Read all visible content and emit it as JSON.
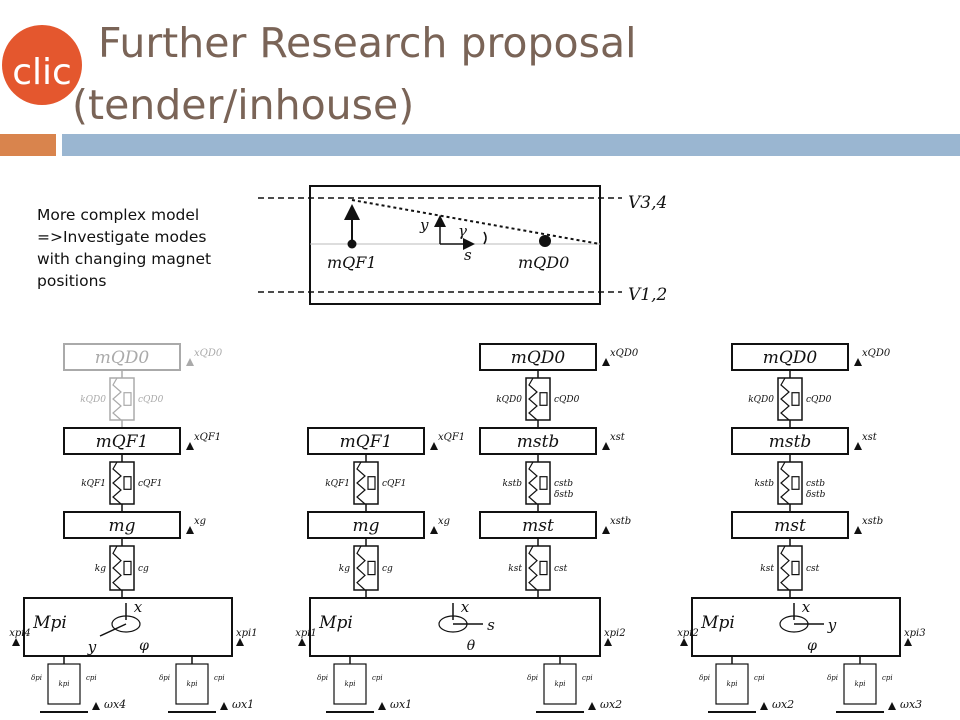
{
  "title": {
    "line1": "Further Research proposal",
    "line2": "(tender/inhouse)"
  },
  "logo": {
    "name": "clic-logo",
    "text": "clic",
    "color": "#e4572e"
  },
  "note": {
    "lines": [
      "More complex model",
      "=>Investigate modes",
      "with changing magnet",
      "positions"
    ]
  },
  "colors": {
    "title": "#7a6457",
    "bar_orange": "#d9844d",
    "bar_blue": "#9ab6d1"
  },
  "top_diagram": {
    "label_v34": "V3,4",
    "label_v12": "V1,2",
    "label_qf1": "mQF1",
    "label_qd0": "mQD0",
    "label_y": "y",
    "label_s": "s",
    "label_gamma": "γ"
  },
  "models": [
    {
      "masses": [
        {
          "label": "mQD0",
          "x_label": "xQD0",
          "faded": true
        },
        {
          "label": "mQF1",
          "x_label": "xQF1",
          "faded": false
        },
        {
          "label": "mg",
          "x_label": "xg",
          "faded": false
        }
      ],
      "links": [
        {
          "k": "kQD0",
          "c": "cQD0",
          "faded": true
        },
        {
          "k": "kQF1",
          "c": "cQF1",
          "faded": false
        },
        {
          "k": "kg",
          "c": "cg",
          "faded": false
        }
      ],
      "stage": {
        "label": "Mpi",
        "left_x": "xpi4",
        "right_x": "xpi1",
        "axis_up": "x",
        "axis_side": "y",
        "rotation": "φ"
      },
      "feet": {
        "left": {
          "d": "δpi",
          "k": "kpi",
          "c": "cpi"
        },
        "right": {
          "c": "cpi",
          "k": "kpi",
          "d": "δpi"
        }
      },
      "ground": {
        "left": "ωx4",
        "right": "ωx1"
      }
    },
    {
      "left_column": {
        "masses": [
          {
            "label": "mQF1",
            "x_label": "xQF1"
          },
          {
            "label": "mg",
            "x_label": "xg"
          }
        ],
        "links": [
          {
            "k": "kQF1",
            "c": "cQF1"
          },
          {
            "k": "kg",
            "c": "cg"
          }
        ]
      },
      "right_column": {
        "masses": [
          {
            "label": "mQD0",
            "x_label": "xQD0"
          },
          {
            "label": "mstb",
            "x_label": "xst"
          },
          {
            "label": "mst",
            "x_label": "xstb"
          }
        ],
        "links": [
          {
            "k": "kQD0",
            "c": "cQD0"
          },
          {
            "k": "kstb",
            "c": "cstb",
            "d": "δstb"
          },
          {
            "k": "kst",
            "c": "cst"
          }
        ]
      },
      "stage": {
        "label": "Mpi",
        "left_x": "xpi1",
        "right_x": "xpi2",
        "axis_up": "x",
        "axis_side": "s",
        "rotation": "θ"
      },
      "feet": {
        "left": {
          "d": "δpi",
          "k": "kpi",
          "c": "cpi"
        },
        "right": {
          "c": "cpi",
          "k": "kpi",
          "d": "δpi"
        }
      },
      "ground": {
        "left": "ωx1",
        "right": "ωx2"
      }
    },
    {
      "masses": [
        {
          "label": "mQD0",
          "x_label": "xQD0"
        },
        {
          "label": "mstb",
          "x_label": "xst"
        },
        {
          "label": "mst",
          "x_label": "xstb"
        }
      ],
      "links": [
        {
          "k": "kQD0",
          "c": "cQD0"
        },
        {
          "k": "kstb",
          "c": "cstb",
          "d": "δstb"
        },
        {
          "k": "kst",
          "c": "cst"
        }
      ],
      "stage": {
        "label": "Mpi",
        "left_x": "xpi2",
        "right_x": "xpi3",
        "axis_up": "x",
        "axis_side": "y",
        "rotation": "φ"
      },
      "feet": {
        "left": {
          "d": "δpi",
          "k": "kpi",
          "c": "cpi"
        },
        "right": {
          "c": "cpi",
          "k": "kpi",
          "d": "δpi"
        }
      },
      "ground": {
        "left": "ωx2",
        "right": "ωx3"
      }
    }
  ]
}
